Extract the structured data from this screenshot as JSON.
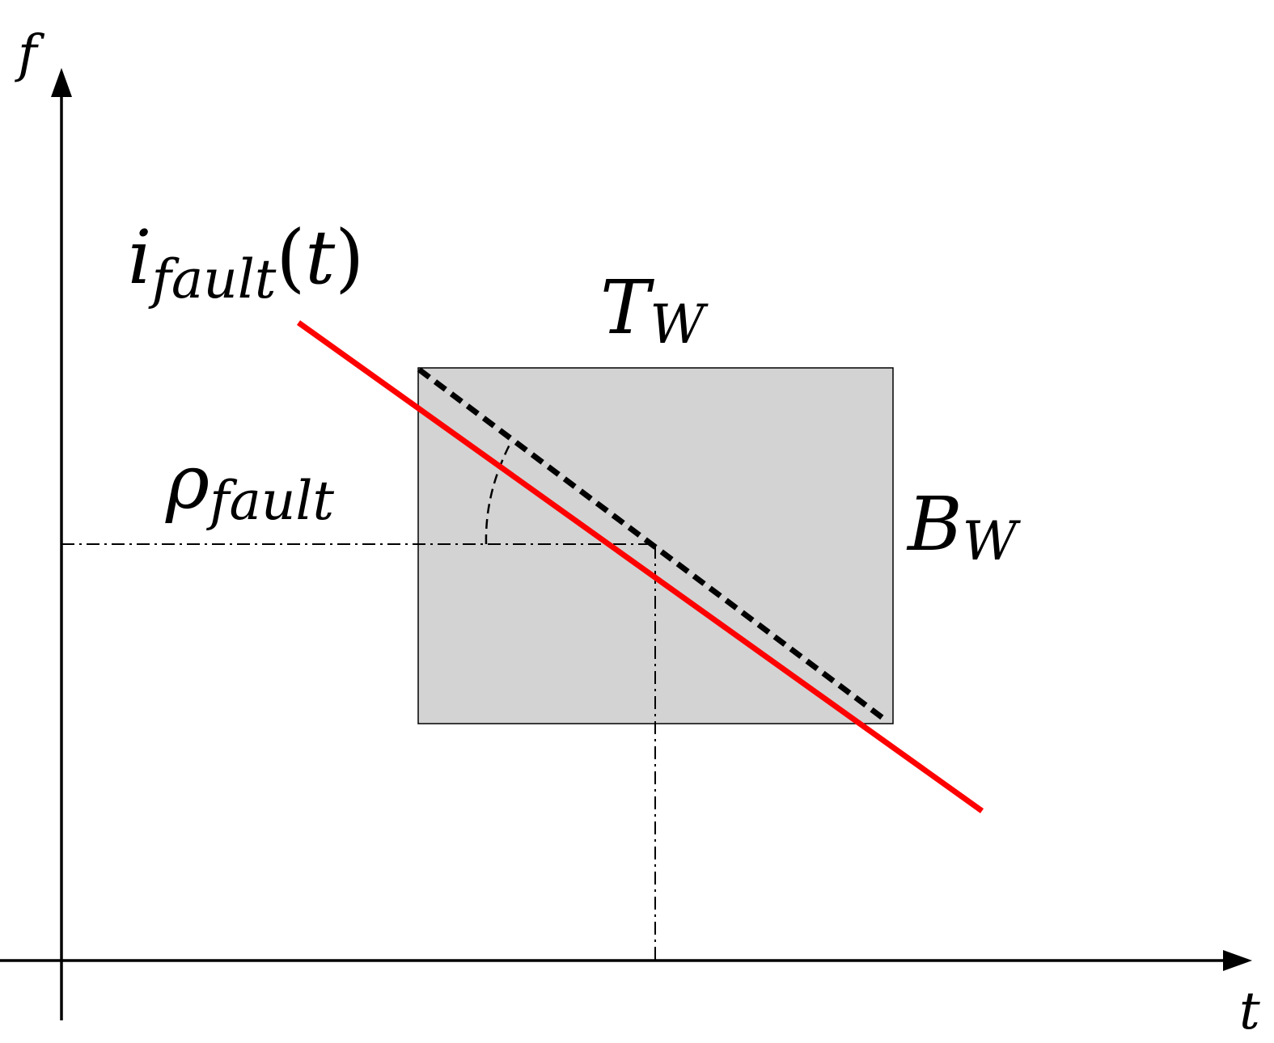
{
  "axes": {
    "x_label": "t",
    "y_label": "f"
  },
  "labels": {
    "signal_main": "i",
    "signal_sub": "fault",
    "signal_arg_open": "(",
    "signal_arg": "t",
    "signal_arg_close": ")",
    "time_window_main": "T",
    "time_window_sub": "W",
    "band_window_main": "B",
    "band_window_sub": "W",
    "slope_main": "ρ",
    "slope_sub": "fault"
  },
  "colors": {
    "signal": "#ff0000",
    "window_fill": "#d3d3d3",
    "window_stroke": "#000000",
    "axes": "#000000",
    "tangent": "#000000"
  }
}
